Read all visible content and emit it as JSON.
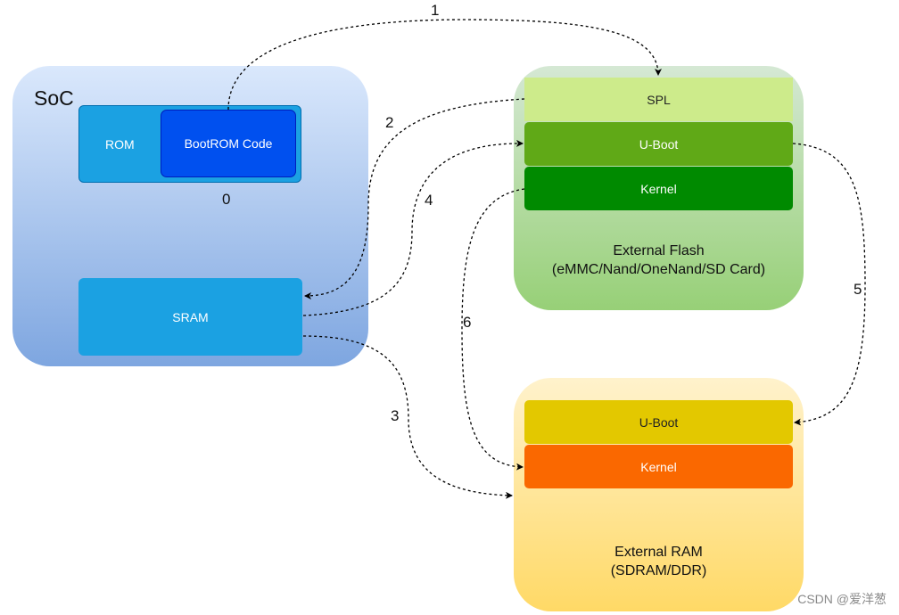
{
  "soc": {
    "title": "SoC",
    "rom_label": "ROM",
    "bootrom_label": "BootROM Code",
    "step0": "0",
    "sram_label": "SRAM"
  },
  "flash": {
    "spl": "SPL",
    "uboot": "U-Boot",
    "kernel": "Kernel",
    "caption_line1": "External Flash",
    "caption_line2": "(eMMC/Nand/OneNand/SD Card)"
  },
  "ram": {
    "uboot": "U-Boot",
    "kernel": "Kernel",
    "caption_line1": "External RAM",
    "caption_line2": "(SDRAM/DDR)"
  },
  "steps": [
    "1",
    "2",
    "3",
    "4",
    "5",
    "6"
  ],
  "watermark": "CSDN @爱洋葱",
  "colors": {
    "soc_gradient": [
      "#dae8fc",
      "#7ea6e0"
    ],
    "flash_gradient": [
      "#d5e8d4",
      "#97d077"
    ],
    "ram_gradient": [
      "#fff2cc",
      "#ffd966"
    ],
    "rom": "#1ba1e2",
    "bootrom": "#0050ef",
    "spl": "#cdeb8b",
    "flash_uboot": "#60a917",
    "flash_kernel": "#008a00",
    "ram_uboot": "#e3c800",
    "ram_kernel": "#fa6800"
  }
}
